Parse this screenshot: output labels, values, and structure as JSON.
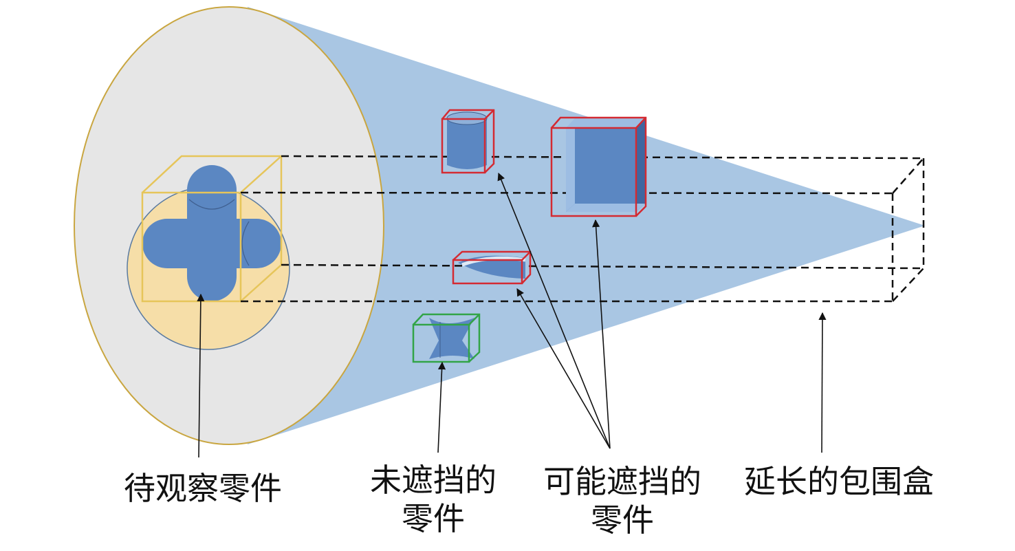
{
  "labels": {
    "observed_part": "待观察零件",
    "unoccluded_line1": "未遮挡的",
    "unoccluded_line2": "零件",
    "maybe_occluding_line1": "可能遮挡的",
    "maybe_occluding_line2": "零件",
    "extended_bbox": "延长的包围盒"
  },
  "colors": {
    "cone_fill": "#a9c6e3",
    "base_disk_fill": "#e6e6e6",
    "base_disk_stroke": "#c9a640",
    "inner_circle_fill": "#f6dea8",
    "part_fill": "#5b87c2",
    "observed_box": "#e6c55a",
    "maybe_occluding_box": "#d42a32",
    "unoccluded_box": "#32a447",
    "bbox_dash": "#111111"
  },
  "icons": {
    "observed_part": "cross-shaped-part-icon",
    "cylinder_part": "cylinder-part-icon",
    "cube_part": "cube-part-icon",
    "ring_part": "curved-ring-part-icon",
    "hourglass_part": "hourglass-part-icon"
  }
}
